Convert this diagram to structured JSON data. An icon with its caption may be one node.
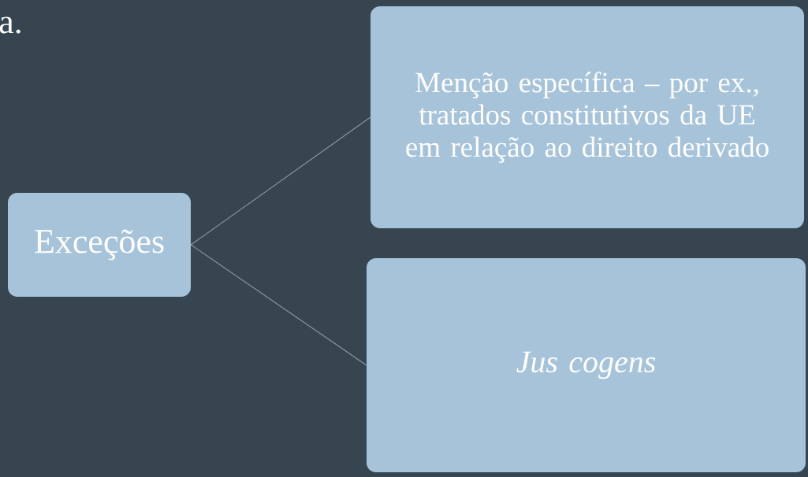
{
  "diagram": {
    "nodes": [
      {
        "text": [
          "Exceções"
        ]
      },
      {
        "text": [
          "Menção específica – por ex., tratados constitutivos da UE em relação ao direito derivado"
        ]
      },
      {
        "text": [
          "Jus cogens"
        ]
      }
    ],
    "edges": [
      {
        "from": 0,
        "to": 1,
        "arrow": "none"
      },
      {
        "from": 0,
        "to": 2,
        "arrow": "none"
      }
    ],
    "labels": [
      "a."
    ]
  }
}
